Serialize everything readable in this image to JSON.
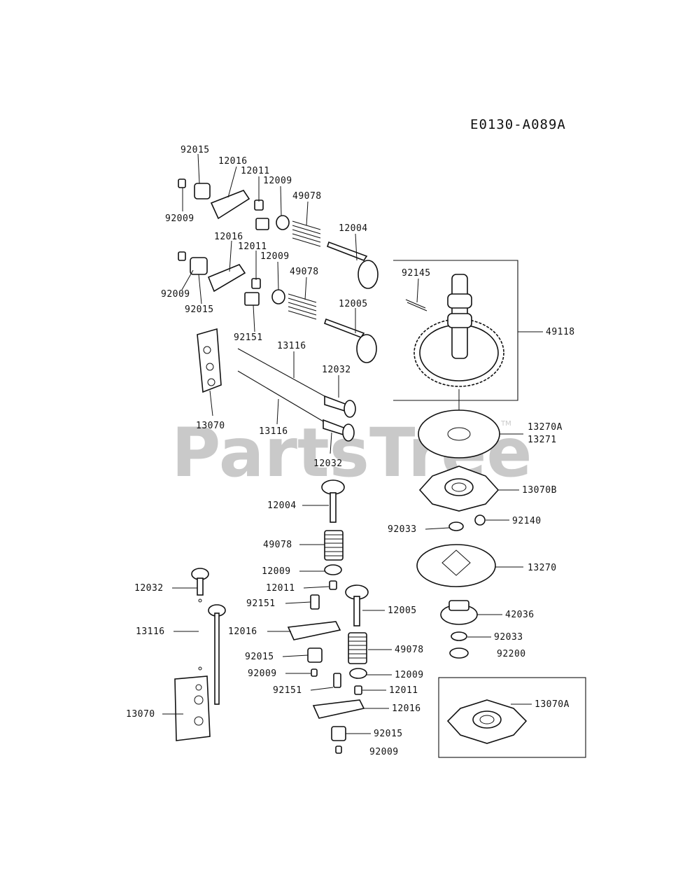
{
  "diagram_code": "E0130-A089A",
  "watermark": {
    "text": "PartsTree",
    "trademark": "TM"
  },
  "labels": {
    "l01": "92015",
    "l02": "12016",
    "l03": "12011",
    "l04": "12009",
    "l05": "49078",
    "l06": "92009",
    "l07": "12004",
    "l08": "12016",
    "l09": "12011",
    "l10": "12009",
    "l11": "49078",
    "l12": "92145",
    "l13": "92009",
    "l14": "92015",
    "l15": "12005",
    "l16": "92151",
    "l17": "49118",
    "l18": "13116",
    "l19": "12032",
    "l20": "13070",
    "l21": "13116",
    "l22": "13270A",
    "l23": "13271",
    "l24": "12032",
    "l25": "13070B",
    "l26": "12004",
    "l27": "92033",
    "l28": "92140",
    "l29": "49078",
    "l30": "12009",
    "l31": "13270",
    "l32": "12032",
    "l33": "12011",
    "l34": "92151",
    "l35": "12005",
    "l36": "13116",
    "l37": "12016",
    "l38": "42036",
    "l39": "92033",
    "l40": "92015",
    "l41": "49078",
    "l42": "92200",
    "l43": "92009",
    "l44": "12009",
    "l45": "92151",
    "l46": "12011",
    "l47": "13070",
    "l48": "12016",
    "l49": "13070A",
    "l50": "92015",
    "l51": "92009"
  }
}
